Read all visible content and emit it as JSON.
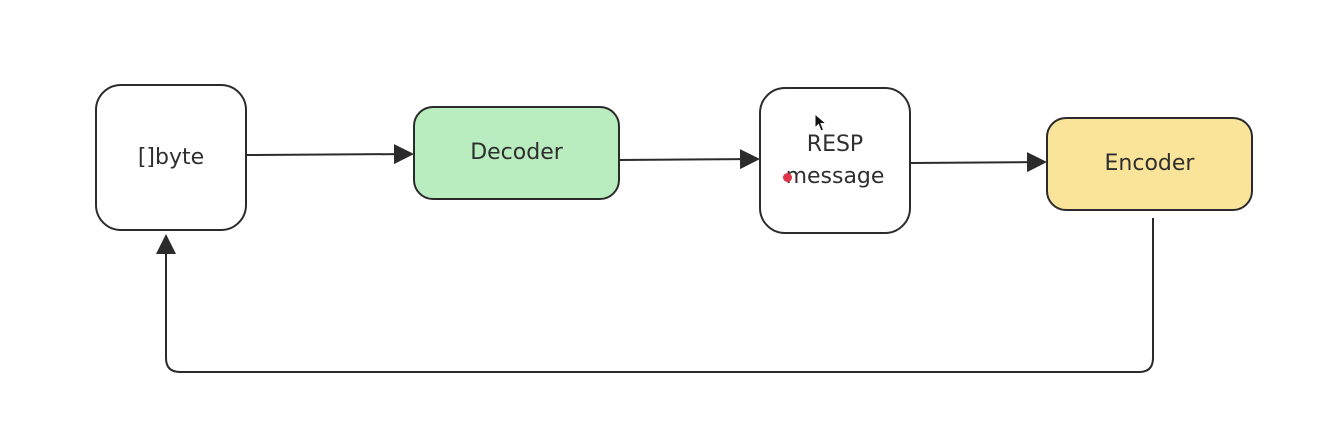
{
  "diagram": {
    "nodes": {
      "byte": {
        "label": "[]byte",
        "fill": "#ffffff"
      },
      "decoder": {
        "label": "Decoder",
        "fill": "#b9ecbf"
      },
      "resp": {
        "label": "RESP message",
        "fill": "#ffffff"
      },
      "encoder": {
        "label": "Encoder",
        "fill": "#f9e49a"
      }
    },
    "edges": [
      {
        "from": "byte",
        "to": "decoder"
      },
      {
        "from": "decoder",
        "to": "resp"
      },
      {
        "from": "resp",
        "to": "encoder"
      },
      {
        "from": "encoder",
        "to": "byte"
      }
    ],
    "colors": {
      "stroke": "#2b2b2b",
      "laser_dot": "#e0344a"
    },
    "overlay": {
      "cursor_icon": "arrow-cursor-icon",
      "pointer_icon": "laser-pointer-dot-icon"
    }
  }
}
